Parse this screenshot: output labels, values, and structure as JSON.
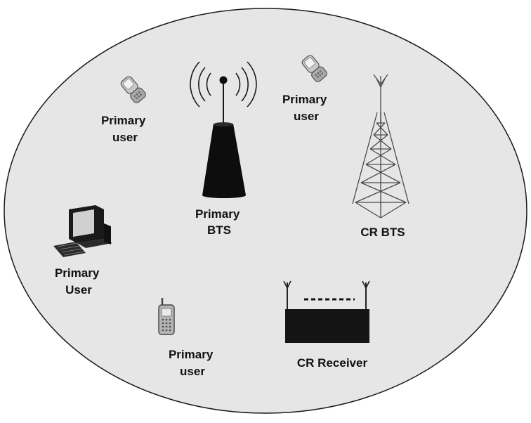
{
  "colors": {
    "background_fill": "#e6e6e6",
    "outline": "#1a1a1a",
    "device_dark": "#0d0d0d",
    "device_gray": "#b5b5b5"
  },
  "labels": {
    "primary_user_top_left": [
      "Primary",
      "user"
    ],
    "primary_bts": [
      "Primary",
      "BTS"
    ],
    "primary_user_top_right": [
      "Primary",
      "user"
    ],
    "cr_bts": "CR BTS",
    "primary_user_computer": [
      "Primary",
      "User"
    ],
    "primary_user_bottom": [
      "Primary",
      "user"
    ],
    "cr_receiver": "CR Receiver"
  },
  "icons": {
    "flip_phone_left": "flip-phone-icon",
    "flip_phone_right": "flip-phone-icon",
    "primary_bts": "cell-tower-icon",
    "cr_bts": "lattice-tower-icon",
    "computer": "desktop-computer-icon",
    "mobile_phone": "mobile-phone-icon",
    "cr_receiver": "receiver-box-icon"
  }
}
